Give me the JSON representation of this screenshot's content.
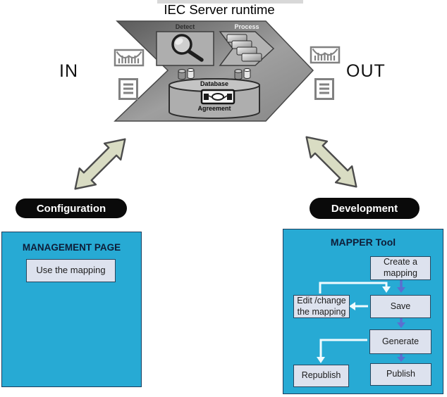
{
  "title": "IEC Server runtime",
  "runtime_diagram": {
    "in_label": "IN",
    "out_label": "OUT",
    "stages": {
      "detect": "Detect",
      "process": "Process"
    },
    "database": {
      "top_label": "Database",
      "bottom_label": "Agreement"
    }
  },
  "branches": {
    "configuration": "Configuration",
    "development": "Development"
  },
  "management_page": {
    "title": "MANAGEMENT PAGE",
    "action": "Use the mapping"
  },
  "mapper_tool": {
    "title": "MAPPER Tool",
    "nodes": {
      "create": "Create a mapping",
      "save": "Save",
      "edit": "Edit /change the mapping",
      "generate": "Generate",
      "republish": "Republish",
      "publish": "Publish"
    }
  },
  "colors": {
    "panel_cyan": "#27aad4",
    "node_fill": "#dde2ee",
    "node_border": "#27465f",
    "flow_arrow_blue": "#5a6fd0",
    "flow_arrow_white": "#effbfe",
    "label_pill_black": "#0a0a0a",
    "double_arrow_fill": "#d9dcc3",
    "server_arrow_dark": "#5e5e5e",
    "server_arrow_light": "#a5a5a5"
  },
  "icons": {
    "in_message": "message-icon",
    "in_document": "document-icon",
    "out_message": "message-icon",
    "out_document": "document-icon",
    "detect": "magnifier-icon",
    "process": "stacked-cards-icon",
    "database": "database-cylinder-icon",
    "agreement": "handshake-icon",
    "connectors": "double-arrow-icon"
  }
}
